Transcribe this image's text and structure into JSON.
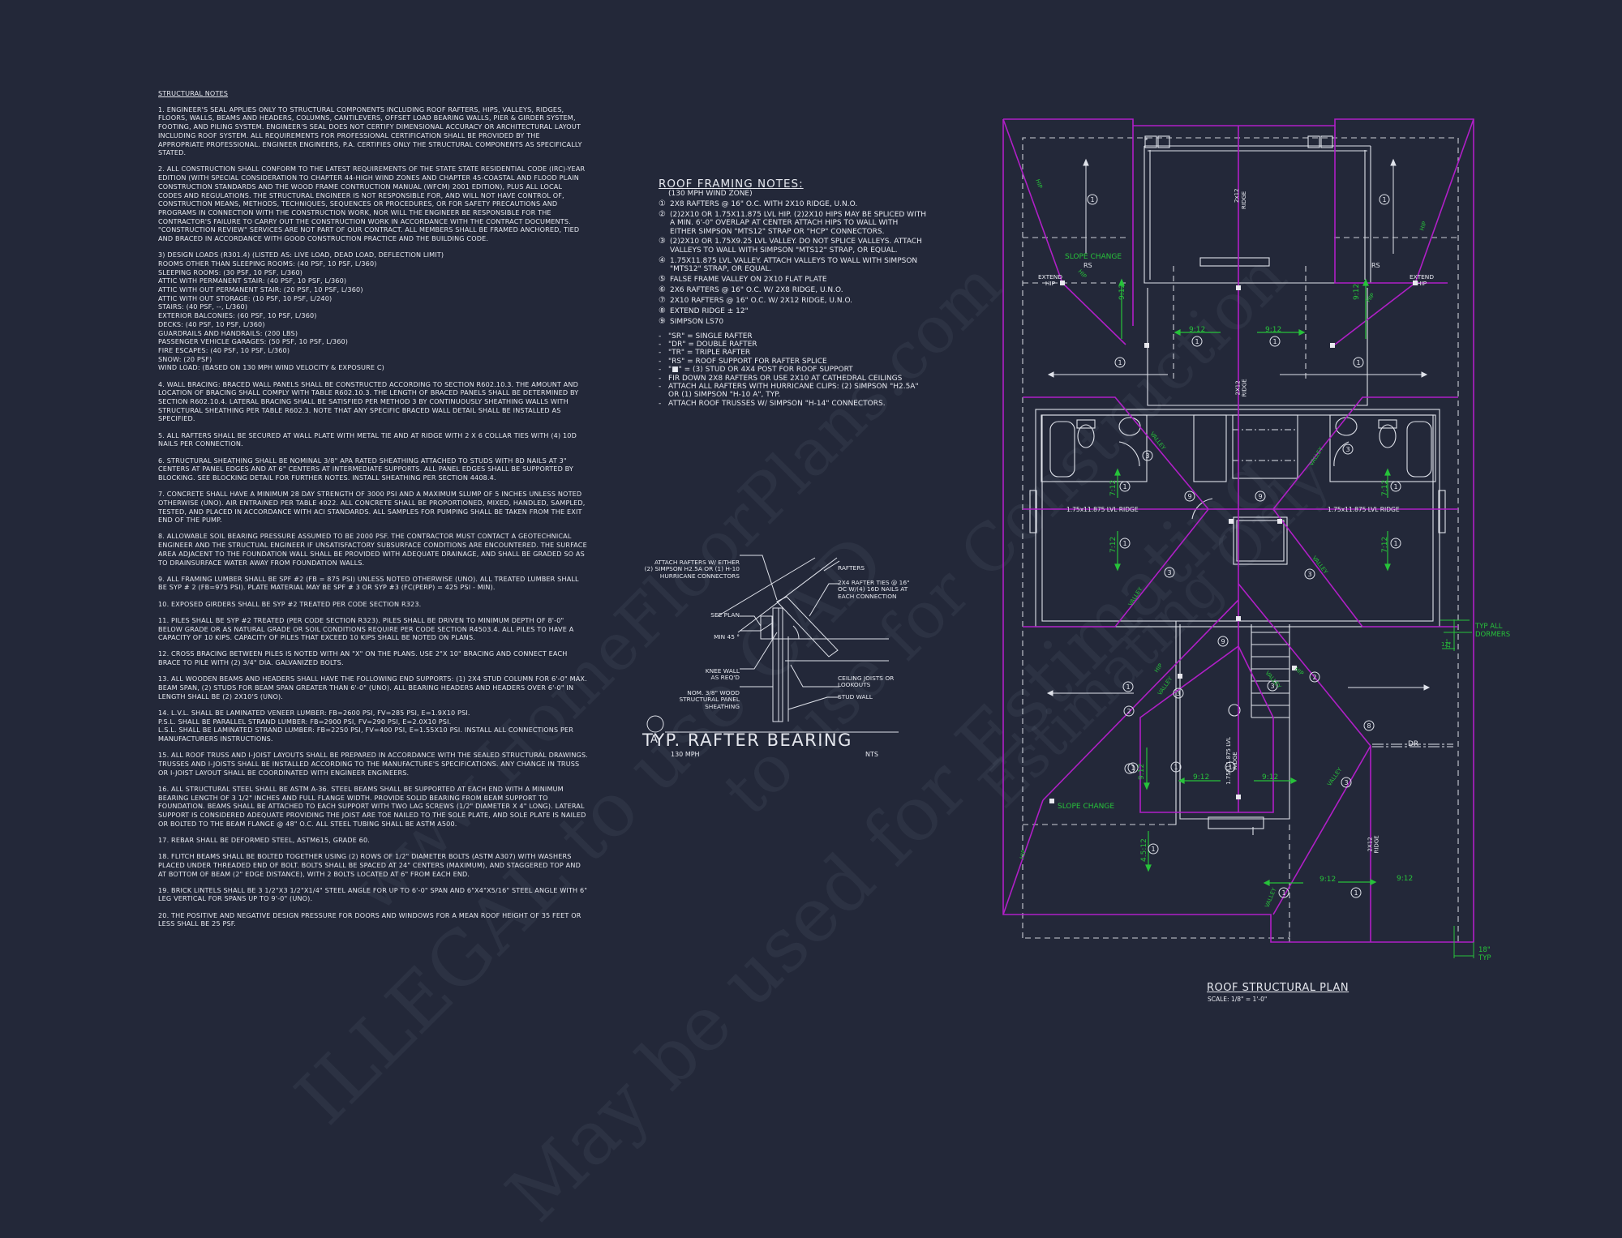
{
  "structural_notes": {
    "title": "STRUCTURAL NOTES",
    "items": [
      "1. ENGINEER'S SEAL APPLIES ONLY TO STRUCTURAL COMPONENTS INCLUDING ROOF RAFTERS, HIPS, VALLEYS, RIDGES, FLOORS, WALLS, BEAMS AND HEADERS, COLUMNS, CANTILEVERS, OFFSET LOAD BEARING WALLS, PIER & GIRDER SYSTEM, FOOTING, AND PILING SYSTEM.  ENGINEER'S SEAL DOES NOT CERTIFY DIMENSIONAL ACCURACY OR ARCHITECTURAL LAYOUT INCLUDING ROOF SYSTEM. ALL REQUIREMENTS FOR PROFESSIONAL CERTIFICATION SHALL BE PROVIDED BY THE APPROPRIATE PROFESSIONAL. ENGINEER ENGINEERS, P.A. CERTIFIES ONLY THE STRUCTURAL COMPONENTS AS SPECIFICALLY STATED.",
      "2. ALL CONSTRUCTION SHALL CONFORM TO THE LATEST REQUIREMENTS OF THE STATE STATE RESIDENTIAL CODE (IRC)-YEAR EDITION (WITH SPECIAL CONSIDERATION TO CHAPTER 44-HIGH WIND ZONES AND CHAPTER 45-COASTAL AND FLOOD PLAIN CONSTRUCTION STANDARDS AND THE WOOD FRAME CONTRUCTION MANUAL (WFCM) 2001 EDITION), PLUS ALL LOCAL CODES AND REGULATIONS. THE STRUCTURAL ENGINEER IS NOT RESPONSIBLE FOR, AND WILL NOT HAVE CONTROL OF, CONSTRUCTION MEANS, METHODS, TECHNIQUES, SEQUENCES OR PROCEDURES, OR FOR SAFETY PRECAUTIONS AND PROGRAMS IN CONNECTION WITH THE CONSTRUCTION WORK, NOR WILL THE ENGINEER BE RESPONSIBLE FOR THE CONTRACTOR'S FAILURE TO CARRY OUT THE CONSTRUCTION WORK IN ACCORDANCE WITH THE CONTRACT DOCUMENTS. \"CONSTRUCTION REVIEW\" SERVICES ARE NOT PART OF OUR CONTRACT. ALL MEMBERS SHALL BE FRAMED ANCHORED, TIED AND BRACED IN ACCORDANCE WITH GOOD CONSTRUCTION PRACTICE AND THE BUILDING CODE.",
      "3) DESIGN LOADS (R301.4) (LISTED AS: LIVE LOAD, DEAD LOAD, DEFLECTION LIMIT)\nROOMS OTHER THAN SLEEPING ROOMS: (40 PSF, 10 PSF, L/360)\nSLEEPING ROOMS: (30 PSF, 10 PSF, L/360)\nATTIC WITH PERMANENT STAIR: (40 PSF, 10 PSF, L/360)\nATTIC WITH OUT PERMANENT STAIR: (20 PSF, 10 PSF, L/360)\nATTIC WITH OUT STORAGE: (10 PSF, 10 PSF, L/240)\nSTAIRS: (40 PSF, --, L/360)\nEXTERIOR BALCONIES: (60 PSF, 10 PSF, L/360)\nDECKS: (40 PSF, 10 PSF, L/360)\nGUARDRAILS AND HANDRAILS: (200 LBS)\nPASSENGER VEHICLE GARAGES: (50 PSF, 10 PSF, L/360)\nFIRE ESCAPES: (40 PSF, 10 PSF, L/360)\nSNOW: (20  PSF)\nWIND LOAD: (BASED ON 130 MPH WIND VELOCITY & EXPOSURE C)",
      "4. WALL BRACING:  BRACED WALL PANELS SHALL BE CONSTRUCTED ACCORDING TO SECTION R602.10.3. THE AMOUNT AND LOCATION OF BRACING SHALL COMPLY WITH TABLE R602.10.3. THE LENGTH OF BRACED PANELS SHALL BE DETERMINED BY SECTION R602.10.4. LATERAL BRACING SHALL BE SATISFIED PER METHOD 3 BY CONTINUOUSLY SHEATHING WALLS WITH STRUCTURAL SHEATHING PER TABLE R602.3. NOTE THAT ANY SPECIFIC BRACED WALL DETAIL SHALL BE INSTALLED AS SPECIFIED.",
      "5. ALL RAFTERS SHALL BE SECURED AT WALL PLATE WITH METAL TIE AND AT RIDGE WITH 2 X 6 COLLAR TIES WITH (4) 10D NAILS PER CONNECTION.",
      "6. STRUCTURAL SHEATHING SHALL BE NOMINAL 3/8\" APA RATED SHEATHING ATTACHED TO STUDS WITH 8D NAILS AT 3\" CENTERS AT PANEL EDGES AND AT 6\" CENTERS AT INTERMEDIATE SUPPORTS. ALL PANEL EDGES SHALL BE SUPPORTED BY BLOCKING. SEE BLOCKING DETAIL FOR FURTHER NOTES. INSTALL SHEATHING PER SECTION 4408.4.",
      "7. CONCRETE SHALL HAVE A MINIMUM 28 DAY STRENGTH OF 3000 PSI AND A MAXIMUM SLUMP OF 5 INCHES UNLESS NOTED OTHERWISE (UNO). AIR ENTRAINED PER TABLE 4022. ALL CONCRETE SHALL BE PROPORTIONED, MIXED, HANDLED, SAMPLED, TESTED, AND PLACED IN ACCORDANCE WITH ACI STANDARDS. ALL SAMPLES FOR PUMPING SHALL BE TAKEN FROM THE EXIT END OF THE PUMP.",
      "8. ALLOWABLE SOIL BEARING PRESSURE ASSUMED TO BE 2000 PSF. THE CONTRACTOR MUST CONTACT A GEOTECHNICAL ENGINEER AND THE STRUCTUAL ENGINEER IF UNSATISFACTORY SUBSURFACE CONDITIONS ARE ENCOUNTERED. THE SURFACE AREA ADJACENT TO THE FOUNDATION WALL SHALL BE PROVIDED WITH ADEQUATE DRAINAGE, AND SHALL BE GRADED SO AS TO DRAINSURFACE WATER AWAY FROM FOUNDATION WALLS.",
      "9. ALL FRAMING LUMBER SHALL BE SPF #2 (Fb = 875 PSI) UNLESS NOTED OTHERWISE (UNO). ALL TREATED LUMBER SHALL BE SYP # 2 (Fb=975 PSI). PLATE MATERIAL MAY BE SPF # 3 OR SYP #3 (Fc(perp) = 425 PSI - MIN).",
      "10. EXPOSED GIRDERS SHALL BE SYP #2 TREATED PER CODE SECTION R323.",
      "11. PILES SHALL BE SYP #2 TREATED (PER CODE SECTION R323). PILES SHALL BE DRIVEN TO MINIMUM DEPTH OF 8'-0\" BELOW GRADE OR AS NATURAL GRADE OR SOIL CONDITIONS REQUIRE PER CODE SECTION R4503.4. ALL PILES TO HAVE A CAPACITY OF 10 KIPS. CAPACITY OF PILES THAT EXCEED 10 KIPS SHALL BE NOTED ON PLANS.",
      "12. CROSS BRACING BETWEEN PILES IS NOTED WITH AN \"X\" ON THE PLANS.  USE 2\"x 10\" BRACING AND CONNECT EACH BRACE TO PILE WITH (2) 3/4\" DIA. GALVANIZED BOLTS.",
      "13. ALL WOODEN BEAMS AND HEADERS SHALL HAVE THE FOLLOWING END SUPPORTS: (1) 2x4 STUD COLUMN FOR 6'-0\" MAX. BEAM SPAN, (2) STUDS FOR BEAM SPAN GREATER THAN 6'-0\" (UNO).  ALL BEARING HEADERS AND HEADERS OVER 6'-0\" IN LENGTH SHALL BE (2) 2x10's (UNO).",
      "14. L.V.L.  SHALL BE LAMINATED VENEER LUMBER: Fb=2600 PSI, Fv=285 PSI, E=1.9x10  PSI.\nP.S.L.  SHALL BE PARALLEL STRAND LUMBER: Fb=2900 PSI, Fv=290 PSI, E=2.0x10  PSI.\nL.S.L.  SHALL BE LAMINATED STRAND LUMBER: Fb=2250 PSI, Fv=400 PSI, E=1.55x10  PSI. INSTALL ALL CONNECTIONS PER MANUFACTURERS INSTRUCTIONS.",
      "15. ALL ROOF TRUSS AND I-JOIST LAYOUTS SHALL BE PREPARED IN ACCORDANCE WITH THE SEALED STRUCTURAL DRAWINGS. TRUSSES AND I-JOISTS SHALL BE INSTALLED ACCORDING TO THE MANUFACTURE'S SPECIFICATIONS. ANY CHANGE IN TRUSS OR I-JOIST LAYOUT SHALL BE COORDINATED WITH ENGINEER ENGINEERS.",
      "16. ALL STRUCTURAL STEEL SHALL BE ASTM A-36. STEEL BEAMS SHALL BE SUPPORTED AT EACH END WITH A MINIMUM BEARING LENGTH OF 3 1/2\" INCHES AND FULL FLANGE WIDTH. PROVIDE SOLID BEARING FROM BEAM SUPPORT TO FOUNDATION.  BEAMS SHALL BE ATTACHED TO EACH SUPPORT WITH TWO LAG SCREWS (1/2\" DIAMETER x 4\" LONG). LATERAL SUPPORT IS CONSIDERED ADEQUATE PROVIDING THE JOIST ARE TOE NAILED TO THE SOLE PLATE, AND SOLE PLATE IS NAILED OR BOLTED TO THE BEAM FLANGE @ 48\" O.C. ALL STEEL TUBING SHALL BE ASTM A500.",
      "17. REBAR SHALL BE DEFORMED STEEL, ASTM615, GRADE 60.",
      "18. FLITCH BEAMS SHALL BE BOLTED TOGETHER USING (2) ROWS OF 1/2\" DIAMETER BOLTS (ASTM A307) WITH WASHERS PLACED UNDER THREADED END OF BOLT.  BOLTS SHALL BE SPACED AT 24\" CENTERS (MAXIMUM), AND STAGGERED TOP AND AT BOTTOM OF BEAM (2\" EDGE DISTANCE), WITH 2 BOLTS LOCATED AT 6\" FROM EACH END.",
      "19. BRICK LINTELS SHALL BE 3 1/2\"x3 1/2\"x1/4\" STEEL ANGLE FOR UP TO 6'-0\" SPAN AND 6\"x4\"x5/16\" STEEL ANGLE WITH 6\" LEG VERTICAL FOR SPANS UP TO 9'-0\" (UNO).",
      "20. THE POSITIVE AND NEGATIVE DESIGN PRESSURE FOR DOORS AND WINDOWS FOR A MEAN ROOF HEIGHT OF 35 FEET OR LESS SHALL BE 25 PSF."
    ]
  },
  "roof_framing_notes": {
    "title": "ROOF FRAMING NOTES:",
    "subtitle": "(130 MPH WIND ZONE)",
    "numbered": [
      {
        "num": "①",
        "text": "2x8 RAFTERS @ 16\" O.C. WITH 2X10 RIDGE, U.N.O."
      },
      {
        "num": "②",
        "text": "(2)2x10 OR 1.75x11.875 LVL HIP.  (2)2x10 HIPS MAY BE SPLICED WITH A MIN. 6'-0\" OVERLAP AT CENTER ATTACH HIPS TO WALL WITH EITHER SIMPSON \"MTS12\" STRAP OR \"HCP\" CONNECTORS."
      },
      {
        "num": "③",
        "text": "(2)2x10 OR 1.75x9.25 LVL VALLEY.  DO NOT SPLICE VALLEYS.  ATTACH VALLEYS TO WALL WITH SIMPSON \"MTS12\" STRAP, OR EQUAL."
      },
      {
        "num": "④",
        "text": "1.75x11.875 LVL VALLEY.  ATTACH VALLEYS TO WALL WITH SIMPSON \"MTS12\" STRAP, OR EQUAL."
      },
      {
        "num": "⑤",
        "text": "FALSE FRAME VALLEY ON 2x10 FLAT PLATE"
      },
      {
        "num": "⑥",
        "text": "2x6 RAFTERS @ 16\" O.C. W/ 2x8 RIDGE, U.N.O."
      },
      {
        "num": "⑦",
        "text": "2x10 RAFTERS @ 16\" O.C. W/ 2x12 RIDGE, U.N.O."
      },
      {
        "num": "⑧",
        "text": "EXTEND RIDGE ± 12\""
      },
      {
        "num": "⑨",
        "text": "SIMPSON LS70"
      }
    ],
    "bullets": [
      "\"SR\" = SINGLE RAFTER",
      "\"DR\" = DOUBLE RAFTER",
      "\"TR\" = TRIPLE RAFTER",
      "\"RS\" = ROOF SUPPORT FOR RAFTER SPLICE",
      "\"■\"  = (3) STUD OR 4x4 POST FOR ROOF SUPPORT",
      "FIR DOWN 2x8 RAFTERS OR USE 2x10 AT CATHEDRAL CEILINGS",
      "ATTACH ALL RAFTERS WITH HURRICANE CLIPS: (2) SIMPSON \"H2.5A\" OR (1) SIMPSON \"H-10 A\", TYP.",
      "ATTACH ROOF TRUSSES w/ SIMPSON \"H-14\" CONNECTORS."
    ]
  },
  "rafter_detail": {
    "labels": {
      "attach": "ATTACH RAFTERS w/ EITHER\n(2) SIMPSON H2.5A OR (1) H-10\nHURRICANE CONNECTORS",
      "rafters": "RAFTERS",
      "ties": "2x4 RAFTER TIES @ 16\"\nOC W/(4) 16d NAILS AT\nEACH CONNECTION",
      "see_plan": "SEE PLAN",
      "min45": "MIN 45 °",
      "knee": "KNEE WALL\nAS REQ'D",
      "sheathing": "NOM. 3/8\" WOOD\nSTRUCTURAL PANEL\nSHEATHING",
      "ceiling": "CEILING JOISTS OR\nLOOKOUTS",
      "stud": "STUD WALL"
    },
    "marker": "A",
    "title": "TYP. RAFTER BEARING",
    "wind": "130 MPH",
    "scale": "NTS"
  },
  "roof_plan": {
    "title": "ROOF STRUCTURAL PLAN",
    "scale": "SCALE: 1/8\" = 1'-0\"",
    "colors": {
      "roof": "#b01fc7",
      "annotation": "#27c23a",
      "linework": "#dfe2ea",
      "background": "#232839"
    },
    "labels": {
      "slope_change": "SLOPE CHANGE",
      "extend_hip": "EXTEND\nHIP",
      "hip": "HIP",
      "valley": "VALLEY",
      "rs": "RS",
      "dr": "DR",
      "ridge_2x12": "2x12\nRIDGE",
      "lvl_ridge": "1.75x11.875 LVL RIDGE",
      "lvl_ridge_v": "1.75x11.875 LVL\nRIDGE",
      "typ_dormers": "TYP  ALL\nDORMERS",
      "dim_12": "12\"",
      "dim_18": "18\"\nTYP"
    },
    "pitches": {
      "p912": "9:12",
      "p712": "7:12",
      "p4512": "4.5:12"
    },
    "callouts": {
      "c1": "1",
      "c2": "2",
      "c3": "3",
      "c8": "8",
      "c9": "9"
    }
  },
  "watermark": {
    "line1": "ILLEGAL to use CAD",
    "line2": "May be used for Estimating",
    "line3": "www.HomeFloorPlans.com",
    "line4": "to use for Construction",
    "line5": "Estimating Only"
  }
}
